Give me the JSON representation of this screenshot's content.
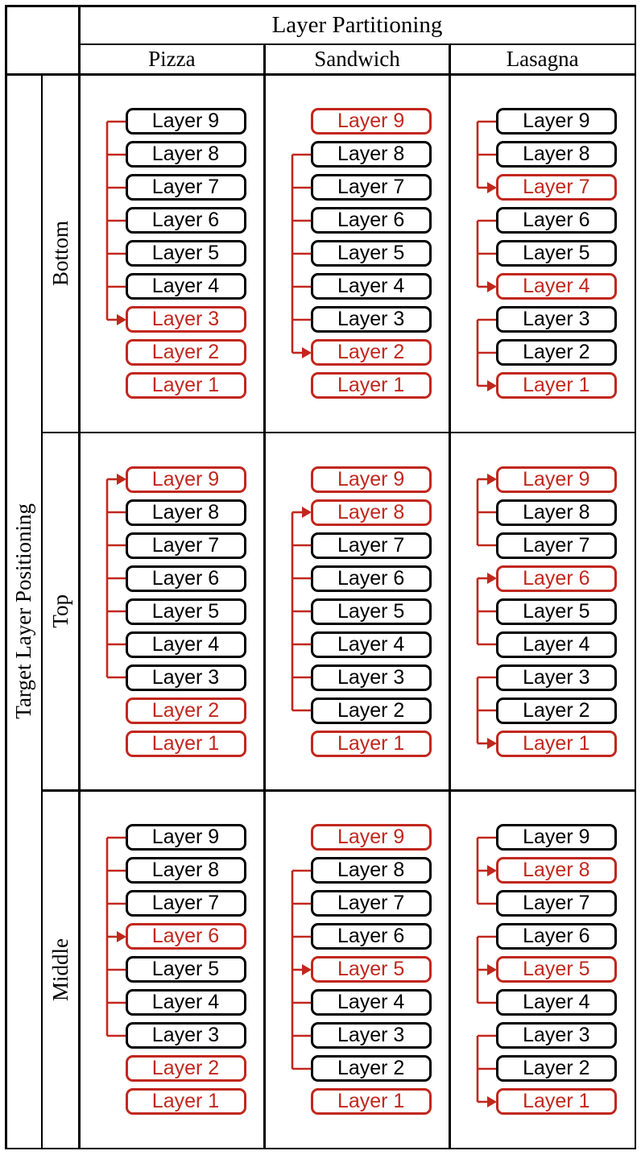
{
  "table": {
    "col_header": "Layer Partitioning",
    "row_header": "Target Layer Positioning",
    "columns": [
      "Pizza",
      "Sandwich",
      "Lasagna"
    ],
    "rows": [
      "Bottom",
      "Top",
      "Middle"
    ],
    "layer_label_prefix": "Layer ",
    "layer_numbers": [
      9,
      8,
      7,
      6,
      5,
      4,
      3,
      2,
      1
    ],
    "colors": {
      "highlight": "#c1271d",
      "normal": "#000000"
    },
    "cells": [
      {
        "row": "Bottom",
        "col": "Pizza",
        "red_layers": [
          3,
          2,
          1
        ],
        "groups": [
          {
            "sources": [
              9,
              8,
              7,
              6,
              5,
              4
            ],
            "target": 3
          }
        ]
      },
      {
        "row": "Bottom",
        "col": "Sandwich",
        "red_layers": [
          9,
          2,
          1
        ],
        "groups": [
          {
            "sources": [
              8,
              7,
              6,
              5,
              4,
              3
            ],
            "target": 2
          }
        ]
      },
      {
        "row": "Bottom",
        "col": "Lasagna",
        "red_layers": [
          7,
          4,
          1
        ],
        "groups": [
          {
            "sources": [
              9,
              8
            ],
            "target": 7
          },
          {
            "sources": [
              6,
              5
            ],
            "target": 4
          },
          {
            "sources": [
              3,
              2
            ],
            "target": 1
          }
        ]
      },
      {
        "row": "Top",
        "col": "Pizza",
        "red_layers": [
          9,
          2,
          1
        ],
        "groups": [
          {
            "sources": [
              8,
              7,
              6,
              5,
              4,
              3
            ],
            "target": 9
          }
        ]
      },
      {
        "row": "Top",
        "col": "Sandwich",
        "red_layers": [
          9,
          8,
          1
        ],
        "groups": [
          {
            "sources": [
              7,
              6,
              5,
              4,
              3,
              2
            ],
            "target": 8
          }
        ]
      },
      {
        "row": "Top",
        "col": "Lasagna",
        "red_layers": [
          9,
          6,
          1
        ],
        "groups": [
          {
            "sources": [
              8,
              7
            ],
            "target": 9
          },
          {
            "sources": [
              5,
              4
            ],
            "target": 6
          },
          {
            "sources": [
              3,
              2
            ],
            "target": 1
          }
        ]
      },
      {
        "row": "Middle",
        "col": "Pizza",
        "red_layers": [
          6,
          2,
          1
        ],
        "groups": [
          {
            "sources": [
              9,
              8,
              7,
              5,
              4,
              3
            ],
            "target": 6
          }
        ]
      },
      {
        "row": "Middle",
        "col": "Sandwich",
        "red_layers": [
          9,
          5,
          1
        ],
        "groups": [
          {
            "sources": [
              8,
              7,
              6,
              4,
              3,
              2
            ],
            "target": 5
          }
        ]
      },
      {
        "row": "Middle",
        "col": "Lasagna",
        "red_layers": [
          8,
          5,
          1
        ],
        "groups": [
          {
            "sources": [
              9,
              7
            ],
            "target": 8
          },
          {
            "sources": [
              6,
              4
            ],
            "target": 5
          },
          {
            "sources": [
              3,
              2
            ],
            "target": 1
          }
        ]
      }
    ]
  }
}
